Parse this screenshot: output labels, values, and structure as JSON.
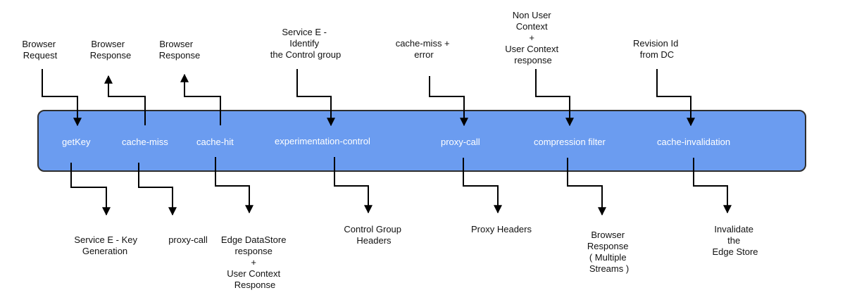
{
  "stages": [
    "getKey",
    "cache-miss",
    "cache-hit",
    "experimentation-control",
    "proxy-call",
    "compression filter",
    "cache-invalidation"
  ],
  "top_labels": [
    [
      "Browser",
      "Request"
    ],
    [
      "Browser",
      "Response"
    ],
    [
      "Browser",
      "Response"
    ],
    [
      "Service E -",
      "Identify",
      "the Control group"
    ],
    [
      "cache-miss +",
      "error"
    ],
    [
      "Non User",
      "Context",
      "+",
      "User Context",
      "response"
    ],
    [
      "Revision Id",
      "from DC"
    ]
  ],
  "bottom_labels": [
    [
      "Service E - Key",
      "Generation"
    ],
    [
      "proxy-call"
    ],
    [
      "Edge DataStore",
      "response",
      "+",
      "User Context",
      "Response"
    ],
    [
      "Control Group",
      "Headers"
    ],
    [
      "Proxy Headers"
    ],
    [
      "Browser",
      "Response",
      "( Multiple",
      "Streams )"
    ],
    [
      "Invalidate",
      "the",
      "Edge Store"
    ]
  ],
  "colors": {
    "bar_fill": "#6b9cf0",
    "bar_stroke": "#2e2e2e",
    "stage_text": "#ffffff",
    "label_text": "#111111",
    "arrow": "#000000"
  }
}
